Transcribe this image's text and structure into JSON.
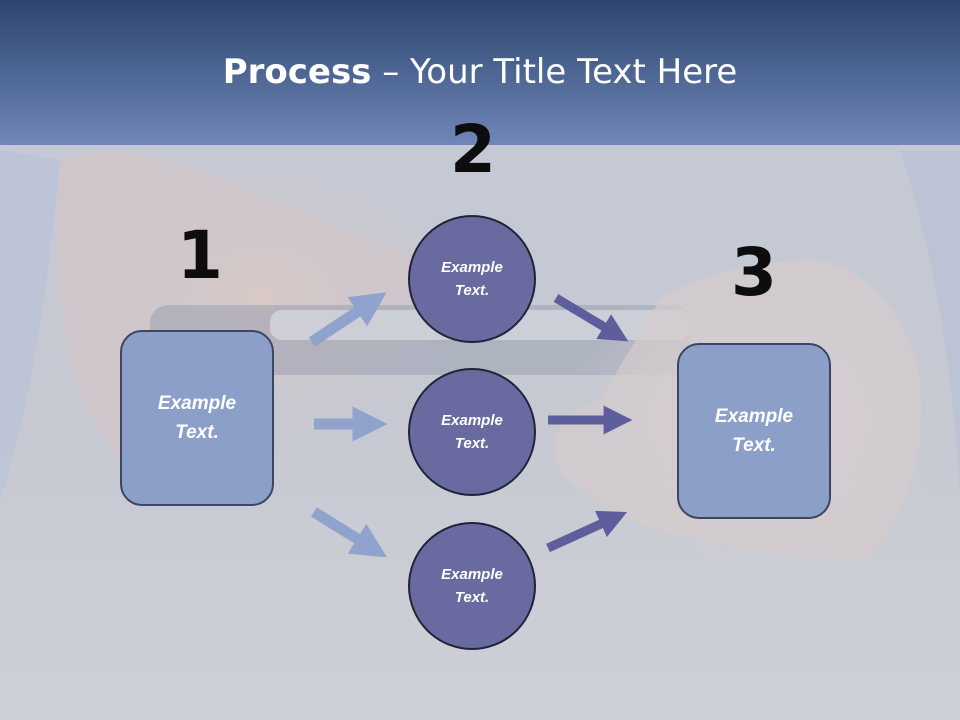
{
  "title": {
    "bold": "Process",
    "rest": " – Your Title Text Here"
  },
  "steps": [
    {
      "number": "1",
      "text": "Example\nText."
    },
    {
      "number": "2"
    },
    {
      "number": "3",
      "text": "Example\nText."
    }
  ],
  "circles": [
    {
      "text": "Example\nText."
    },
    {
      "text": "Example\nText."
    },
    {
      "text": "Example\nText."
    }
  ],
  "colors": {
    "header_dark": "#2f4571",
    "box_fill": "#8c9fc8",
    "circle_fill": "#686aa0",
    "left_arrow": "#8fa3cc",
    "right_arrow": "#5e5e9c"
  }
}
